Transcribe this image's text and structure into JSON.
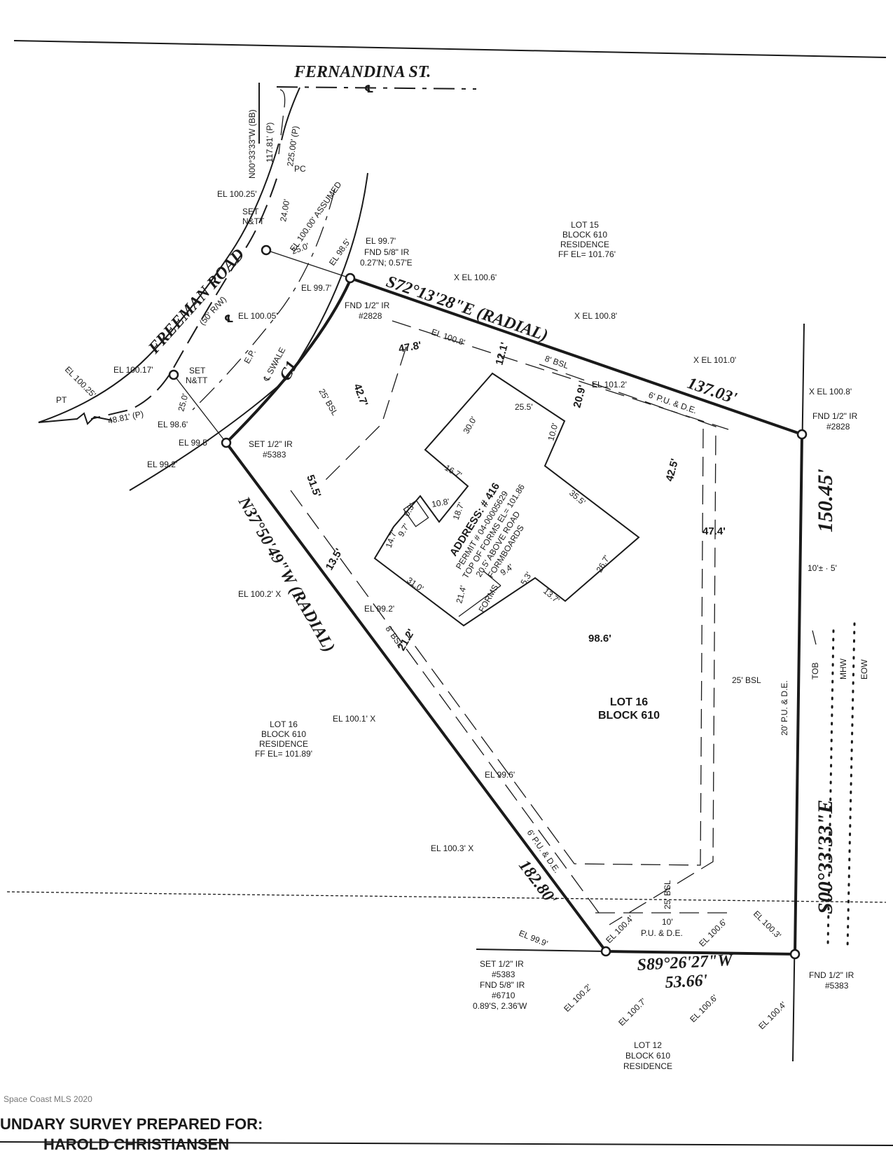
{
  "streets": {
    "fernandina": "FERNANDINA ST.",
    "centerline_symbol": "℄",
    "freeman": "FREEMAN ROAD",
    "freeman_rw": "(50' R/W)",
    "freeman_cl": "℄",
    "ep": "E.P.",
    "swale": "℄ SWALE"
  },
  "bearings": {
    "north_cl": "N00°33'33\"W (BB)",
    "north_117": "117.81' (P)",
    "north_225": "225.00' (P)",
    "north_24": "24.00'",
    "pc": "PC",
    "pt": "PT",
    "pt_48": "48.81' (P)",
    "c1": "C1",
    "line_25a": "25.0'",
    "line_25b": "25.0'",
    "north_boundary": "S72°13'28\"E (RADIAL)",
    "north_dist": "137.03'",
    "east_boundary": "S00°33'33\"E",
    "east_dist": "150.45'",
    "south_boundary": "S89°26'27\"W",
    "south_dist": "53.66'",
    "west_boundary": "N37°50'49\"W (RADIAL)",
    "west_dist": "182.80'"
  },
  "monuments": {
    "set_nw": "SET\nN&TT",
    "set_sw": "SET\nN&TT",
    "fnd_ne_top": "FND 5/8\" IR\n0.27'N; 0.57'E",
    "fnd_ne_bottom": "FND 1/2\" IR\n#2828",
    "fnd_east": "FND 1/2\" IR\n#2828",
    "set_west": "SET 1/2\" IR\n#5383",
    "set_south": "SET 1/2\" IR\n#5383\nFND 5/8\" IR\n#6710\n0.89'S, 2.36'W",
    "fnd_se": "FND 1/2\" IR\n#5383"
  },
  "elevations": {
    "e1": "EL 100.25'",
    "e2": "EL 100.00'\nASSUMED",
    "e3": "EL 98.5'",
    "e4": "EL 99.7'",
    "e5": "EL 99.7'",
    "e6": "EL 100.05'",
    "e7": "EL 100.17'",
    "e8": "EL 100.25'",
    "e9": "EL 98.6'",
    "e10": "EL 99.5'",
    "e11": "EL 99.2'",
    "e12": "X EL 100.6'",
    "e13": "X EL 100.8'",
    "e14": "X EL 101.0'",
    "e15": "X EL 100.8'",
    "e16": "EL 100.8'",
    "e17": "EL 101.2'",
    "e18": "EL 100.2' X",
    "e19": "EL 99.2'",
    "e20": "EL 100.1' X",
    "e21": "EL 99.6'",
    "e22": "EL 100.3' X",
    "e23": "EL 99.9'",
    "e24": "EL 100.4'",
    "e25": "EL 100.6'",
    "e26": "EL 100.3'",
    "e27": "EL 100.2'",
    "e28": "EL 100.7'",
    "e29": "EL 100.6'",
    "e30": "EL 100.4'"
  },
  "setbacks": {
    "bsl_25_west": "25' BSL",
    "bsl_8_north": "8' BSL",
    "pud_6_north": "6' P.U. & D.E.",
    "bsl_8_west": "8' BSL",
    "pud_6_west": "6' P.U. & D.E.",
    "bsl_25_east": "25' BSL",
    "pud_20_east": "20' P.U. & D.E.",
    "bsl_25_south": "25' BSL",
    "pud_10_south": "10'\nP.U. & D.E.",
    "tob": "TOB",
    "mhw": "MHW",
    "eow": "EOW",
    "tenpm": "10'± · 5'"
  },
  "dims": {
    "d478": "47.8'",
    "d121": "12.1'",
    "d209": "20.9'",
    "d427": "42.7'",
    "d515": "51.5'",
    "d135": "13.5'",
    "d212": "21.2'",
    "d425": "42.5'",
    "d474": "47.4'",
    "d986": "98.6'",
    "h300": "30.0'",
    "h255": "25.5'",
    "h100": "10.0'",
    "h167": "16.7'",
    "h355": "35.5'",
    "h108": "10.8'",
    "h187": "18.7'",
    "h03": "0.3'",
    "h147": "14.7'",
    "h97": "9.7'",
    "h310": "31.0'",
    "h214": "21.4'",
    "h94": "9.4'",
    "h53": "5.3'",
    "h137": "13.7'",
    "h267": "26.7'",
    "forms": "FORMS"
  },
  "house": {
    "address": "ADDRESS: # 416",
    "permit": "PERMIT # 04-00005629",
    "top": "TOP OF FORMS EL= 101.86",
    "above": "20.5' ABOVE ROAD",
    "formboards": "FORMBOARDS"
  },
  "lots": {
    "lot15": "LOT 15\nBLOCK 610\nRESIDENCE\nFF EL= 101.76'",
    "lot16_subject": "LOT 16\nBLOCK 610",
    "lot16_west": "LOT 16\nBLOCK 610\nRESIDENCE\nFF EL= 101.89'",
    "lot12": "LOT 12\nBLOCK 610\nRESIDENCE"
  },
  "footer": {
    "watermark": "Space Coast MLS 2020",
    "title": "UNDARY SURVEY PREPARED FOR:",
    "subtitle": "HAROLD CHRISTIANSEN"
  }
}
